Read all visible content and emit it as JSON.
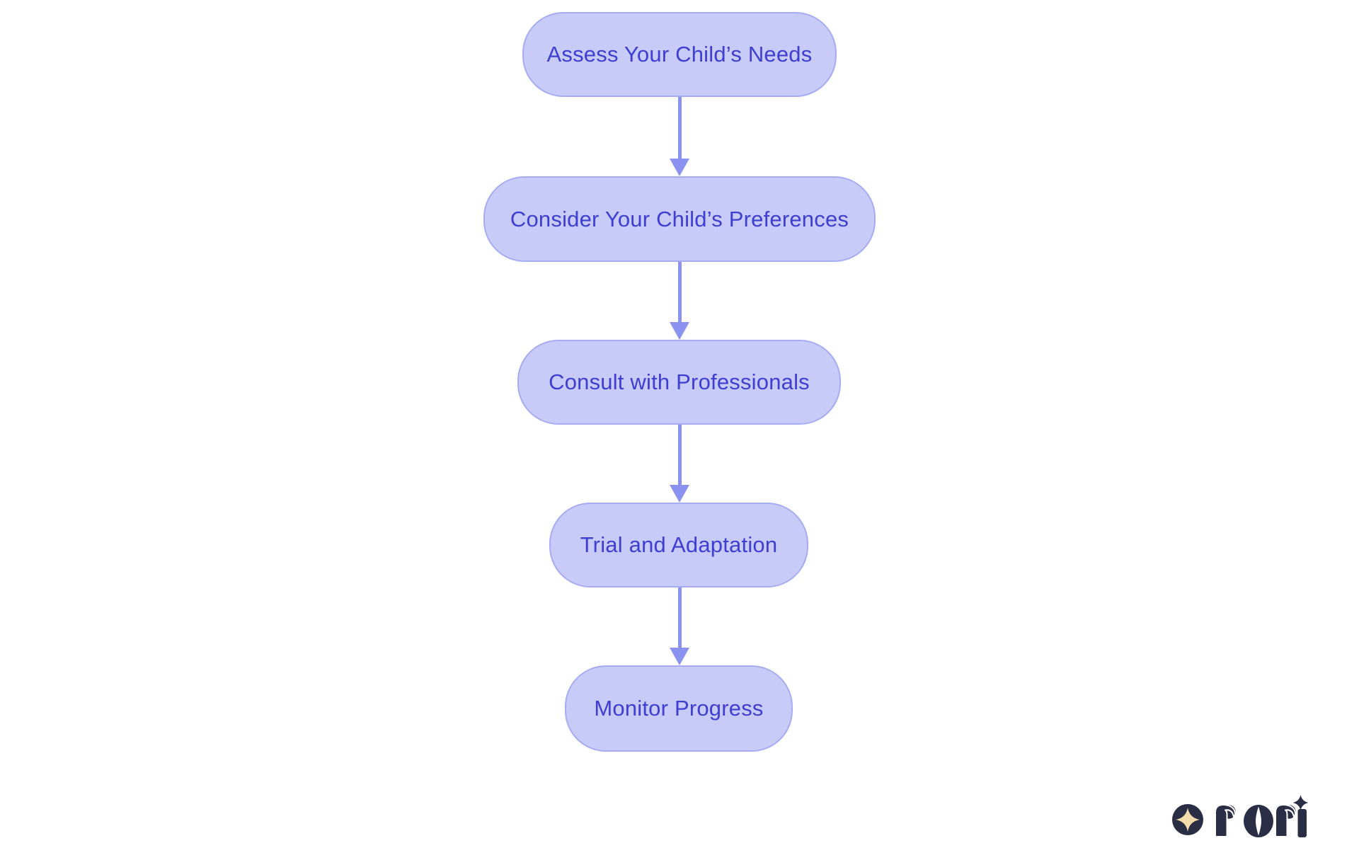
{
  "colors": {
    "background": "#ffffff",
    "node_fill": "#c8caf8",
    "node_border": "#a7abf2",
    "node_text": "#3e3ed1",
    "arrow": "#8b92f0",
    "logo_navy": "#2a2e45",
    "logo_gold": "#f2dcab"
  },
  "flowchart": {
    "type": "flowchart",
    "direction": "top-to-bottom",
    "nodes": [
      {
        "id": "assess",
        "label": "Assess Your Child’s Needs"
      },
      {
        "id": "preferences",
        "label": "Consider Your Child’s Preferences"
      },
      {
        "id": "consult",
        "label": "Consult with Professionals"
      },
      {
        "id": "trial",
        "label": "Trial and Adaptation"
      },
      {
        "id": "monitor",
        "label": "Monitor Progress"
      }
    ],
    "connections": [
      {
        "from": "assess",
        "to": "preferences"
      },
      {
        "from": "preferences",
        "to": "consult"
      },
      {
        "from": "consult",
        "to": "trial"
      },
      {
        "from": "trial",
        "to": "monitor"
      }
    ]
  },
  "logo": {
    "brand": "rori",
    "icon": "sparkle-in-circle"
  }
}
